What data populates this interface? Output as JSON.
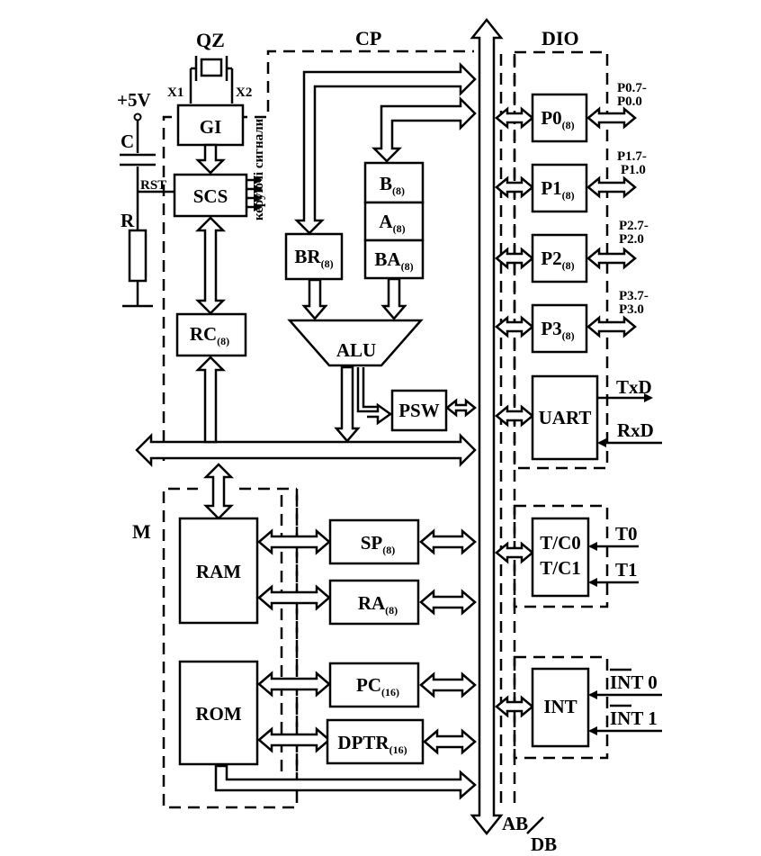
{
  "labels": {
    "qz": "QZ",
    "x1": "X1",
    "x2": "X2",
    "plus5v": "+5V",
    "c": "C",
    "rst": "RST",
    "r": "R",
    "cp": "CP",
    "dio": "DIO",
    "m": "M",
    "ab": "AB",
    "db": "DB",
    "control_signals": "керуючі сигнали"
  },
  "blocks": {
    "gi": "GI",
    "scs": "SCS",
    "rc": "RC",
    "rc_sub": "(8)",
    "br": "BR",
    "br_sub": "(8)",
    "b": "B",
    "b_sub": "(8)",
    "a": "A",
    "a_sub": "(8)",
    "ba": "BA",
    "ba_sub": "(8)",
    "alu": "ALU",
    "psw": "PSW",
    "ram": "RAM",
    "rom": "ROM",
    "sp": "SP",
    "sp_sub": "(8)",
    "ra": "RA",
    "ra_sub": "(8)",
    "pc": "PC",
    "pc_sub": "(16)",
    "dptr": "DPTR",
    "dptr_sub": "(16)",
    "p0": "P0",
    "p0_sub": "(8)",
    "p1": "P1",
    "p1_sub": "(8)",
    "p2": "P2",
    "p2_sub": "(8)",
    "p3": "P3",
    "p3_sub": "(8)",
    "uart": "UART",
    "tc0": "T/C0",
    "tc1": "T/C1",
    "int": "INT"
  },
  "pins": {
    "p0_hi": "P0.7-",
    "p0_lo": "P0.0",
    "p1_hi": "P1.7-",
    "p1_lo": "P1.0",
    "p2_hi": "P2.7-",
    "p2_lo": "P2.0",
    "p3_hi": "P3.7-",
    "p3_lo": "P3.0",
    "txd": "TxD",
    "rxd": "RxD",
    "t0": "T0",
    "t1": "T1",
    "int0": "INT 0",
    "int1": "INT 1"
  }
}
